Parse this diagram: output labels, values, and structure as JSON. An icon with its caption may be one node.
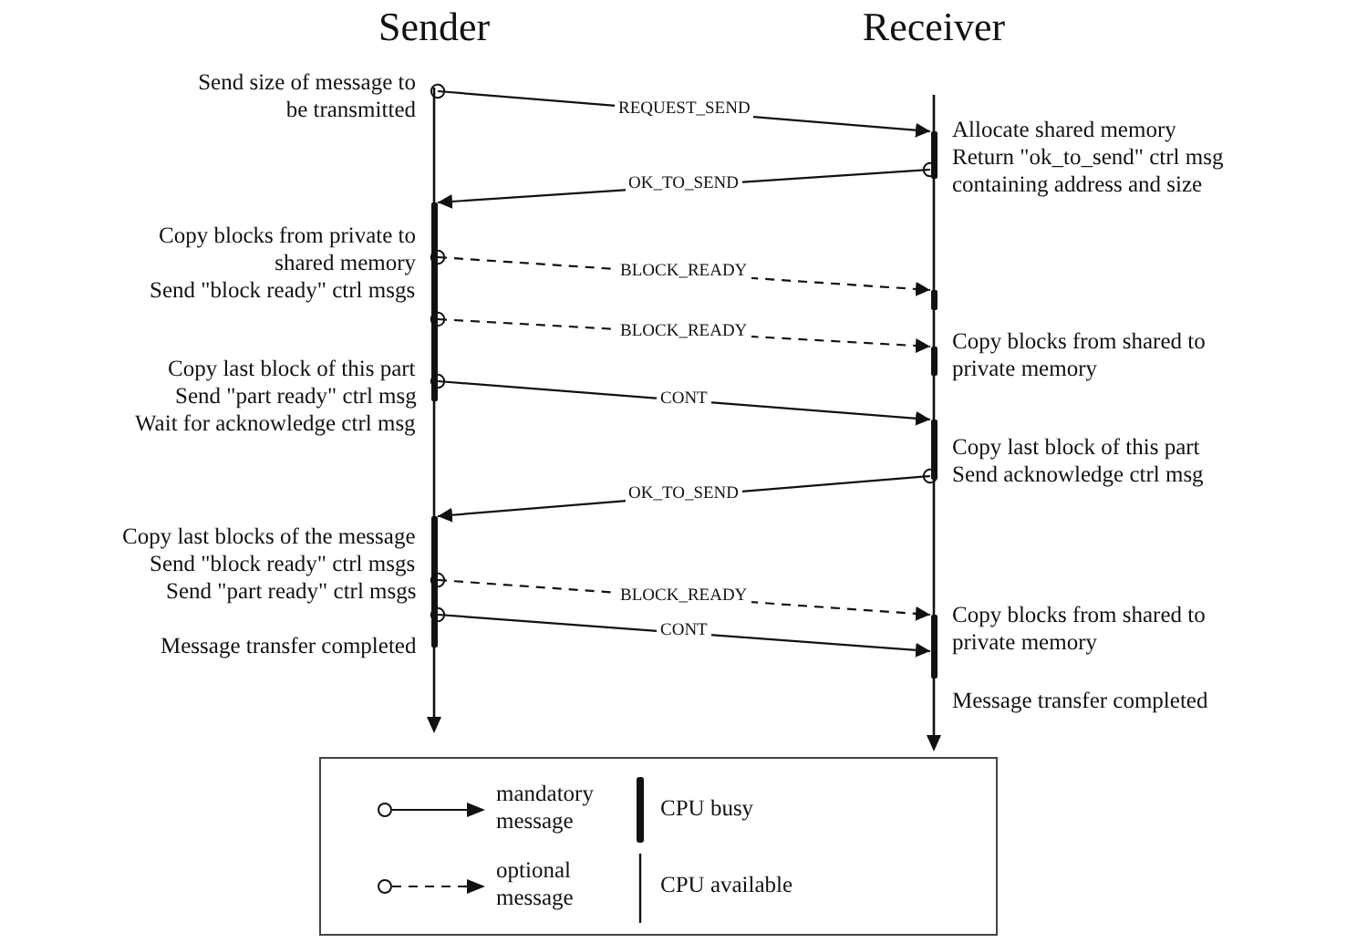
{
  "diagram": {
    "nodes": [
      {
        "text": [
          "Sender"
        ]
      },
      {
        "text": [
          "Receiver"
        ]
      }
    ],
    "edges": [
      {
        "from": 0,
        "to": 1,
        "arrow": "to",
        "label": "REQUEST_SEND"
      },
      {
        "from": 1,
        "to": 0,
        "arrow": "to",
        "label": "OK_TO_SEND"
      },
      {
        "from": 0,
        "to": 1,
        "arrow": "to",
        "label": "BLOCK_READY",
        "style": "dashed"
      },
      {
        "from": 0,
        "to": 1,
        "arrow": "to",
        "label": "BLOCK_READY",
        "style": "dashed"
      },
      {
        "from": 0,
        "to": 1,
        "arrow": "to",
        "label": "CONT"
      },
      {
        "from": 1,
        "to": 0,
        "arrow": "to",
        "label": "OK_TO_SEND"
      },
      {
        "from": 0,
        "to": 1,
        "arrow": "to",
        "label": "BLOCK_READY",
        "style": "dashed"
      },
      {
        "from": 0,
        "to": 1,
        "arrow": "to",
        "label": "CONT"
      }
    ],
    "labels": [
      "Send size of message to be transmitted",
      "Allocate shared memory",
      "Return \"ok_to_send\" ctrl msg containing address and size",
      "Copy blocks from private to shared memory",
      "Send \"block ready\" ctrl msgs",
      "Copy blocks from shared to private memory",
      "Copy last block of this part",
      "Send \"part ready\" ctrl msg",
      "Wait for acknowledge ctrl msg",
      "Copy last block of this part",
      "Send acknowledge ctrl msg",
      "Copy last blocks of the message",
      "Send \"block ready\" ctrl msgs",
      "Send \"part ready\" ctrl msgs",
      "Copy blocks from shared to private memory",
      "Message transfer completed",
      "Message transfer completed"
    ],
    "legend": [
      {
        "text": "mandatory message"
      },
      {
        "text": "optional message"
      },
      {
        "text": "CPU busy"
      },
      {
        "text": "CPU available"
      }
    ]
  }
}
